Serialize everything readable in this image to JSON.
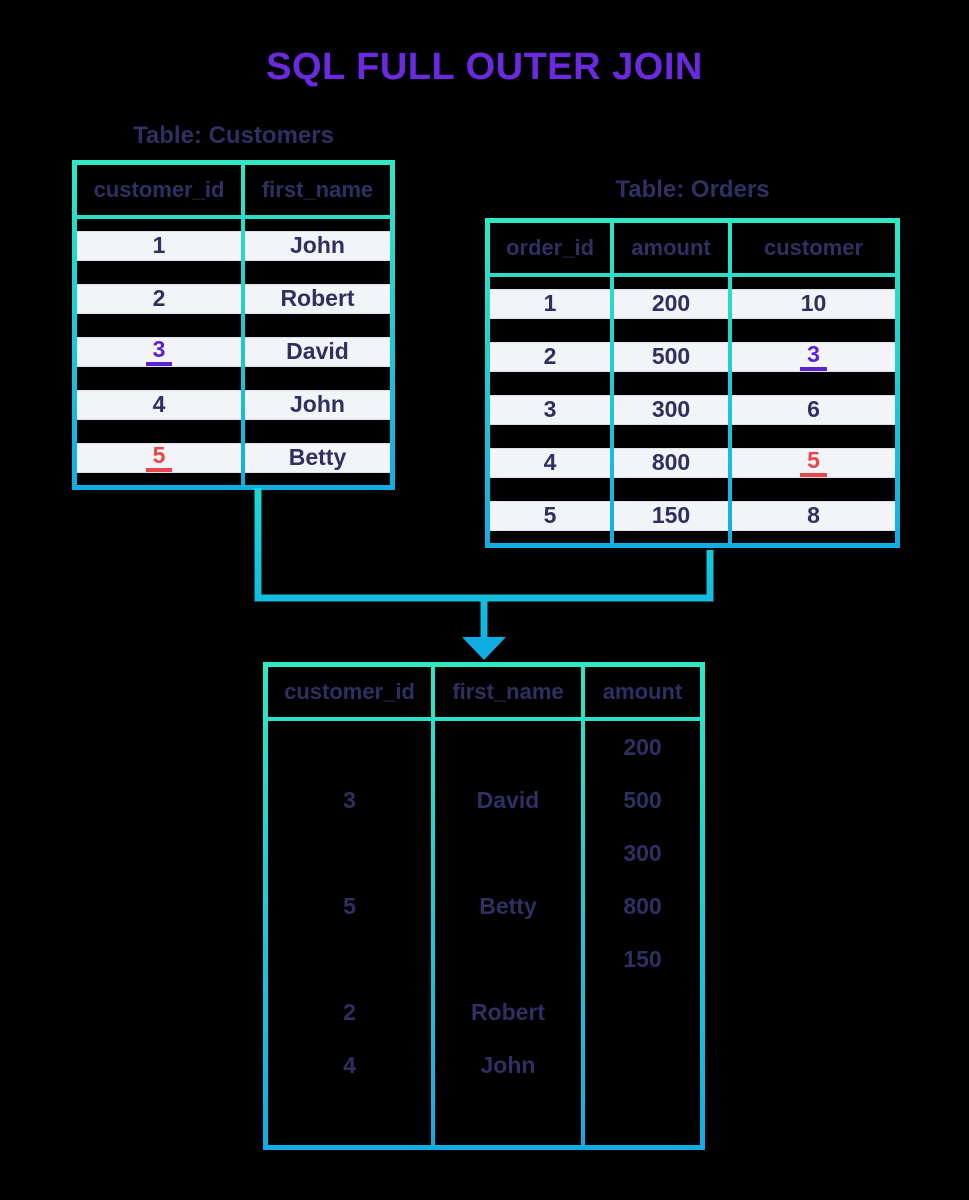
{
  "title": "SQL FULL OUTER JOIN",
  "colors": {
    "background": "#000000",
    "title_purple": "#6c2ae0",
    "text_navy": "#2f3061",
    "border_gradient_top": "#2fe8c4",
    "border_gradient_bottom": "#10aee4",
    "row_strip": "#f3f4f8",
    "highlight_purple": "#5c21d0",
    "highlight_red": "#ea474d"
  },
  "customers": {
    "label": "Table: Customers",
    "headers": [
      "customer_id",
      "first_name"
    ],
    "rows": [
      {
        "id": "1",
        "name": "John"
      },
      {
        "id": "2",
        "name": "Robert"
      },
      {
        "id": "3",
        "name": "David",
        "id_highlight": "purple"
      },
      {
        "id": "4",
        "name": "John"
      },
      {
        "id": "5",
        "name": "Betty",
        "id_highlight": "red"
      }
    ]
  },
  "orders": {
    "label": "Table: Orders",
    "headers": [
      "order_id",
      "amount",
      "customer"
    ],
    "rows": [
      {
        "order_id": "1",
        "amount": "200",
        "customer": "10"
      },
      {
        "order_id": "2",
        "amount": "500",
        "customer": "3",
        "customer_highlight": "purple"
      },
      {
        "order_id": "3",
        "amount": "300",
        "customer": "6"
      },
      {
        "order_id": "4",
        "amount": "800",
        "customer": "5",
        "customer_highlight": "red"
      },
      {
        "order_id": "5",
        "amount": "150",
        "customer": "8"
      }
    ]
  },
  "result": {
    "headers": [
      "customer_id",
      "first_name",
      "amount"
    ],
    "rows": [
      {
        "customer_id": "",
        "first_name": "",
        "amount": "200"
      },
      {
        "customer_id": "3",
        "first_name": "David",
        "amount": "500"
      },
      {
        "customer_id": "",
        "first_name": "",
        "amount": "300"
      },
      {
        "customer_id": "5",
        "first_name": "Betty",
        "amount": "800"
      },
      {
        "customer_id": "",
        "first_name": "",
        "amount": "150"
      },
      {
        "customer_id": "2",
        "first_name": "Robert",
        "amount": ""
      },
      {
        "customer_id": "4",
        "first_name": "John",
        "amount": ""
      }
    ]
  }
}
